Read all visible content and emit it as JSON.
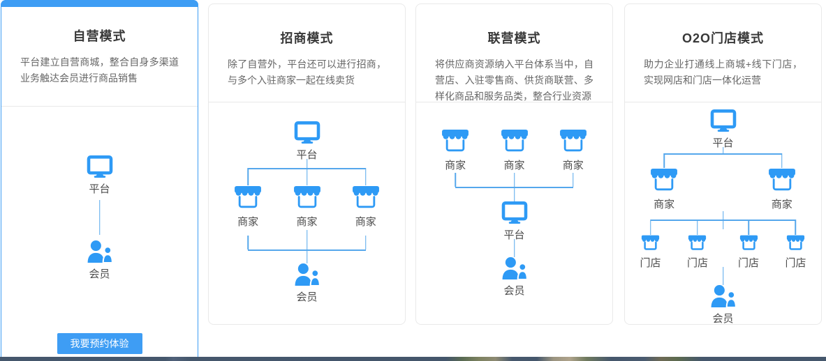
{
  "accent_color": "#3e9df4",
  "icon_color": "#2e9af5",
  "connector_color": "#55a7ec",
  "cards": [
    {
      "title": "自营模式",
      "description": "平台建立自营商城，整合自身多渠道业务触达会员进行商品销售",
      "button_label": "我要预约体验",
      "diagram": {
        "rows": [
          {
            "nodes": [
              {
                "icon": "monitor",
                "label": "平台"
              }
            ]
          },
          {
            "connector": "line-tall"
          },
          {
            "nodes": [
              {
                "icon": "people",
                "label": "会员"
              }
            ]
          }
        ]
      }
    },
    {
      "title": "招商模式",
      "description": "除了自营外，平台还可以进行招商，与多个入驻商家一起在线卖货",
      "diagram": {
        "rows": [
          {
            "nodes": [
              {
                "icon": "monitor",
                "label": "平台"
              }
            ]
          },
          {
            "connector": "split3"
          },
          {
            "nodes": [
              {
                "icon": "store",
                "label": "商家"
              },
              {
                "icon": "store",
                "label": "商家"
              },
              {
                "icon": "store",
                "label": "商家"
              }
            ]
          },
          {
            "connector": "merge3"
          },
          {
            "nodes": [
              {
                "icon": "people",
                "label": "会员"
              }
            ]
          }
        ]
      }
    },
    {
      "title": "联营模式",
      "description": "将供应商资源纳入平台体系当中，自营店、入驻零售商、供货商联营、多样化商品和服务品类，整合行业资源",
      "diagram": {
        "rows": [
          {
            "nodes": [
              {
                "icon": "store",
                "label": "商家"
              },
              {
                "icon": "store",
                "label": "商家"
              },
              {
                "icon": "store",
                "label": "商家"
              }
            ]
          },
          {
            "connector": "merge3-short"
          },
          {
            "nodes": [
              {
                "icon": "monitor",
                "label": "平台"
              }
            ]
          },
          {
            "connector": "line-short"
          },
          {
            "nodes": [
              {
                "icon": "people",
                "label": "会员"
              }
            ]
          }
        ]
      }
    },
    {
      "title": "O2O门店模式",
      "description": "助力企业打通线上商城+线下门店，实现网店和门店一体化运营",
      "diagram": {
        "rows": [
          {
            "nodes": [
              {
                "icon": "monitor",
                "label": "平台"
              }
            ]
          },
          {
            "connector": "split2"
          },
          {
            "nodes": [
              {
                "icon": "store",
                "label": "商家"
              },
              {
                "icon": "store",
                "label": "商家"
              }
            ]
          },
          {
            "connector": "split4"
          },
          {
            "nodes": [
              {
                "icon": "store-small",
                "label": "门店"
              },
              {
                "icon": "store-small",
                "label": "门店"
              },
              {
                "icon": "store-small",
                "label": "门店"
              },
              {
                "icon": "store-small",
                "label": "门店"
              }
            ]
          },
          {
            "connector": "line-short"
          },
          {
            "nodes": [
              {
                "icon": "people",
                "label": "会员"
              }
            ]
          }
        ]
      }
    }
  ]
}
